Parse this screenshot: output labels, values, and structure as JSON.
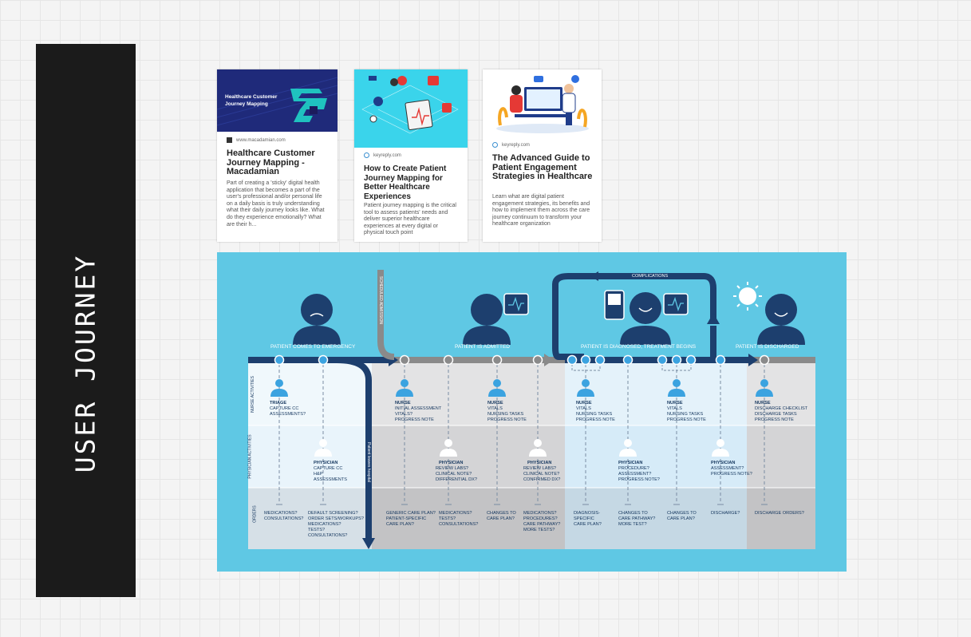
{
  "sidebar": {
    "title": "USER JOURNEY"
  },
  "cards": [
    {
      "thumb_text": "Healthcare Customer Journey Mapping",
      "source": "www.macadamian.com",
      "title": "Healthcare Customer Journey Mapping - Macadamian",
      "description": "Part of creating a 'sticky' digital health application that becomes a part of the user's professional and/or personal life on a daily basis is truly understanding what their daily journey looks like. What do they experience emotionally? What are their h..."
    },
    {
      "source": "keyreply.com",
      "title": "How to Create Patient Journey Mapping for Better Healthcare Experiences",
      "description": "Patient journey mapping is the critical tool to assess patients' needs and deliver superior healthcare experiences at every digital or physical touch point"
    },
    {
      "source": "keyreply.com",
      "title": "The Advanced Guide to Patient Engagement Strategies in Healthcare",
      "description": "Learn what are digital patient engagement strategies, its benefits and how to implement them across the care journey continuum to transform your healthcare organization"
    }
  ],
  "journey": {
    "stages": [
      "PATIENT COMES TO EMERGENCY",
      "PATIENT IS ADMITTED",
      "PATIENT IS DIAGNOSED, TREATMENT BEGINS",
      "PATIENT IS DISCHARGED"
    ],
    "complications": "COMPLICATIONS",
    "scheduled_admission": "SCHEDULED ADMISSION",
    "leaves_hospital": "Patient leaves hospital",
    "row_labels": [
      "NURSE ACTIVITIES",
      "PHYSICIAN ACTIVITIES",
      "ORDERS"
    ],
    "nurse": [
      {
        "role": "TRIAGE",
        "text": "CAPTURE CC\nASSESSMENTS?"
      },
      {
        "role": "NURSE",
        "text": "INITIAL ASSESSMENT\nVITALS?\nPROGRESS NOTE"
      },
      {
        "role": "NURSE",
        "text": "VITALS\nNURSING TASKS\nPROGRESS NOTE"
      },
      {
        "role": "NURSE",
        "text": "VITALS\nNURSING TASKS\nPROGRESS NOTE"
      },
      {
        "role": "NURSE",
        "text": "VITALS\nNURSING TASKS\nPROGRESS NOTE"
      },
      {
        "role": "NURSE",
        "text": "DISCHARGE CHECKLIST\nDISCHARGE TASKS\nPROGRESS NOTE"
      }
    ],
    "physician": [
      {
        "role": "PHYSICIAN",
        "text": "CAPTURE CC\nH&P\nASSESSMENTS"
      },
      {
        "role": "PHYSICIAN",
        "text": "REVIEW LABS?\nCLINICAL NOTE?\nDIFFERENTIAL DX?"
      },
      {
        "role": "PHYSICIAN",
        "text": "REVIEW LABS?\nCLINICAL NOTE?\nCONFIRMED DX?"
      },
      {
        "role": "PHYSICIAN",
        "text": "PROCEDURE?\nASSESSMENT?\nPROGRESS NOTE?"
      },
      {
        "role": "PHYSICIAN",
        "text": "ASSESSMENT?\nPROGRESS NOTE?"
      }
    ],
    "orders": [
      "MEDICATIONS?\nCONSULTATIONS?",
      "DEFAULT SCREENING?\nORDER SETS/WORKUPS?\nMEDICATIONS?\nTESTS?\nCONSULTATIONS?",
      "GENERIC CARE PLAN?\nPATIENT-SPECIFIC\nCARE PLAN?",
      "MEDICATIONS?\nTESTS?\nCONSULTATIONS?",
      "CHANGES TO\nCARE PLAN?",
      "MEDICATIONS?\nPROCEDURES?\nCARE PATHWAY?\nMORE TESTS?",
      "DIAGNOSIS-\nSPECIFIC\nCARE PLAN?",
      "CHANGES TO\nCARE PATHWAY?\nMORE TEST?",
      "CHANGES TO\nCARE PLAN?",
      "DISCHARGE?",
      "DISCHARGE ORDERS?"
    ]
  }
}
